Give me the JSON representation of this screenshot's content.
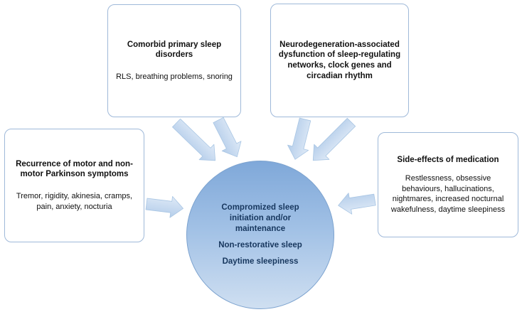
{
  "diagram": {
    "boxes": {
      "comorbid": {
        "title": "Comorbid primary sleep disorders",
        "body": "RLS, breathing problems, snoring"
      },
      "neurodegeneration": {
        "title": "Neurodegeneration-associated dysfunction of sleep-regulating networks, clock genes and circadian rhythm"
      },
      "motor": {
        "title": "Recurrence of motor and non-motor Parkinson symptoms",
        "body": "Tremor, rigidity, akinesia, cramps, pain, anxiety, nocturia"
      },
      "medication": {
        "title": "Side-effects of medication",
        "body": "Restlessness, obsessive behaviours, hallucinations, nightmares, increased nocturnal wakefulness, daytime sleepiness"
      }
    },
    "center": {
      "line1": "Compromized sleep initiation and/or maintenance",
      "line2": "Non-restorative sleep",
      "line3": "Daytime sleepiness"
    },
    "colors": {
      "circle_top": "#7fa8d9",
      "circle_bottom": "#cfdff1",
      "arrow_fill_light": "#dbe8f6",
      "arrow_fill_dark": "#b4cdea",
      "box_border": "#9fb9d9",
      "center_text": "#17375e"
    }
  }
}
